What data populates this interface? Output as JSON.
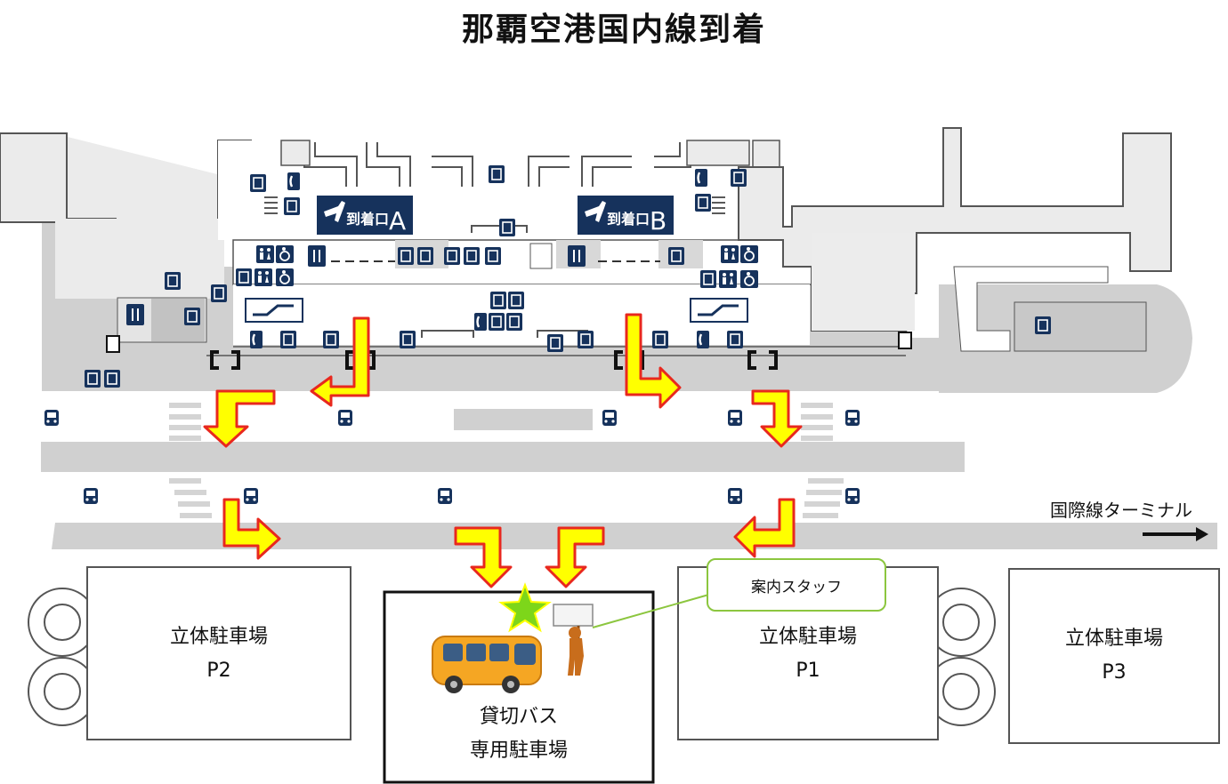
{
  "title": "那覇空港国内線到着",
  "gates": [
    {
      "label": "到着口",
      "letter": "A"
    },
    {
      "label": "到着口",
      "letter": "B"
    }
  ],
  "lots": [
    {
      "name": "立体駐車場",
      "code": "P2"
    },
    {
      "name": "立体駐車場",
      "code": "P1"
    },
    {
      "name": "立体駐車場",
      "code": "P3"
    },
    {
      "name": "貸切バス",
      "code": "専用駐車場"
    }
  ],
  "international_terminal": "国際線ターミナル",
  "guide_staff": "案内スタッフ",
  "colors": {
    "arrow_fill": "#ffff00",
    "arrow_outline": "#e8281e",
    "sign_blue": "#16325c",
    "road_gray": "#d0d0d0",
    "building_light": "#ebebeb",
    "callout_border": "#8cc63f",
    "star": "#7dd61a"
  }
}
